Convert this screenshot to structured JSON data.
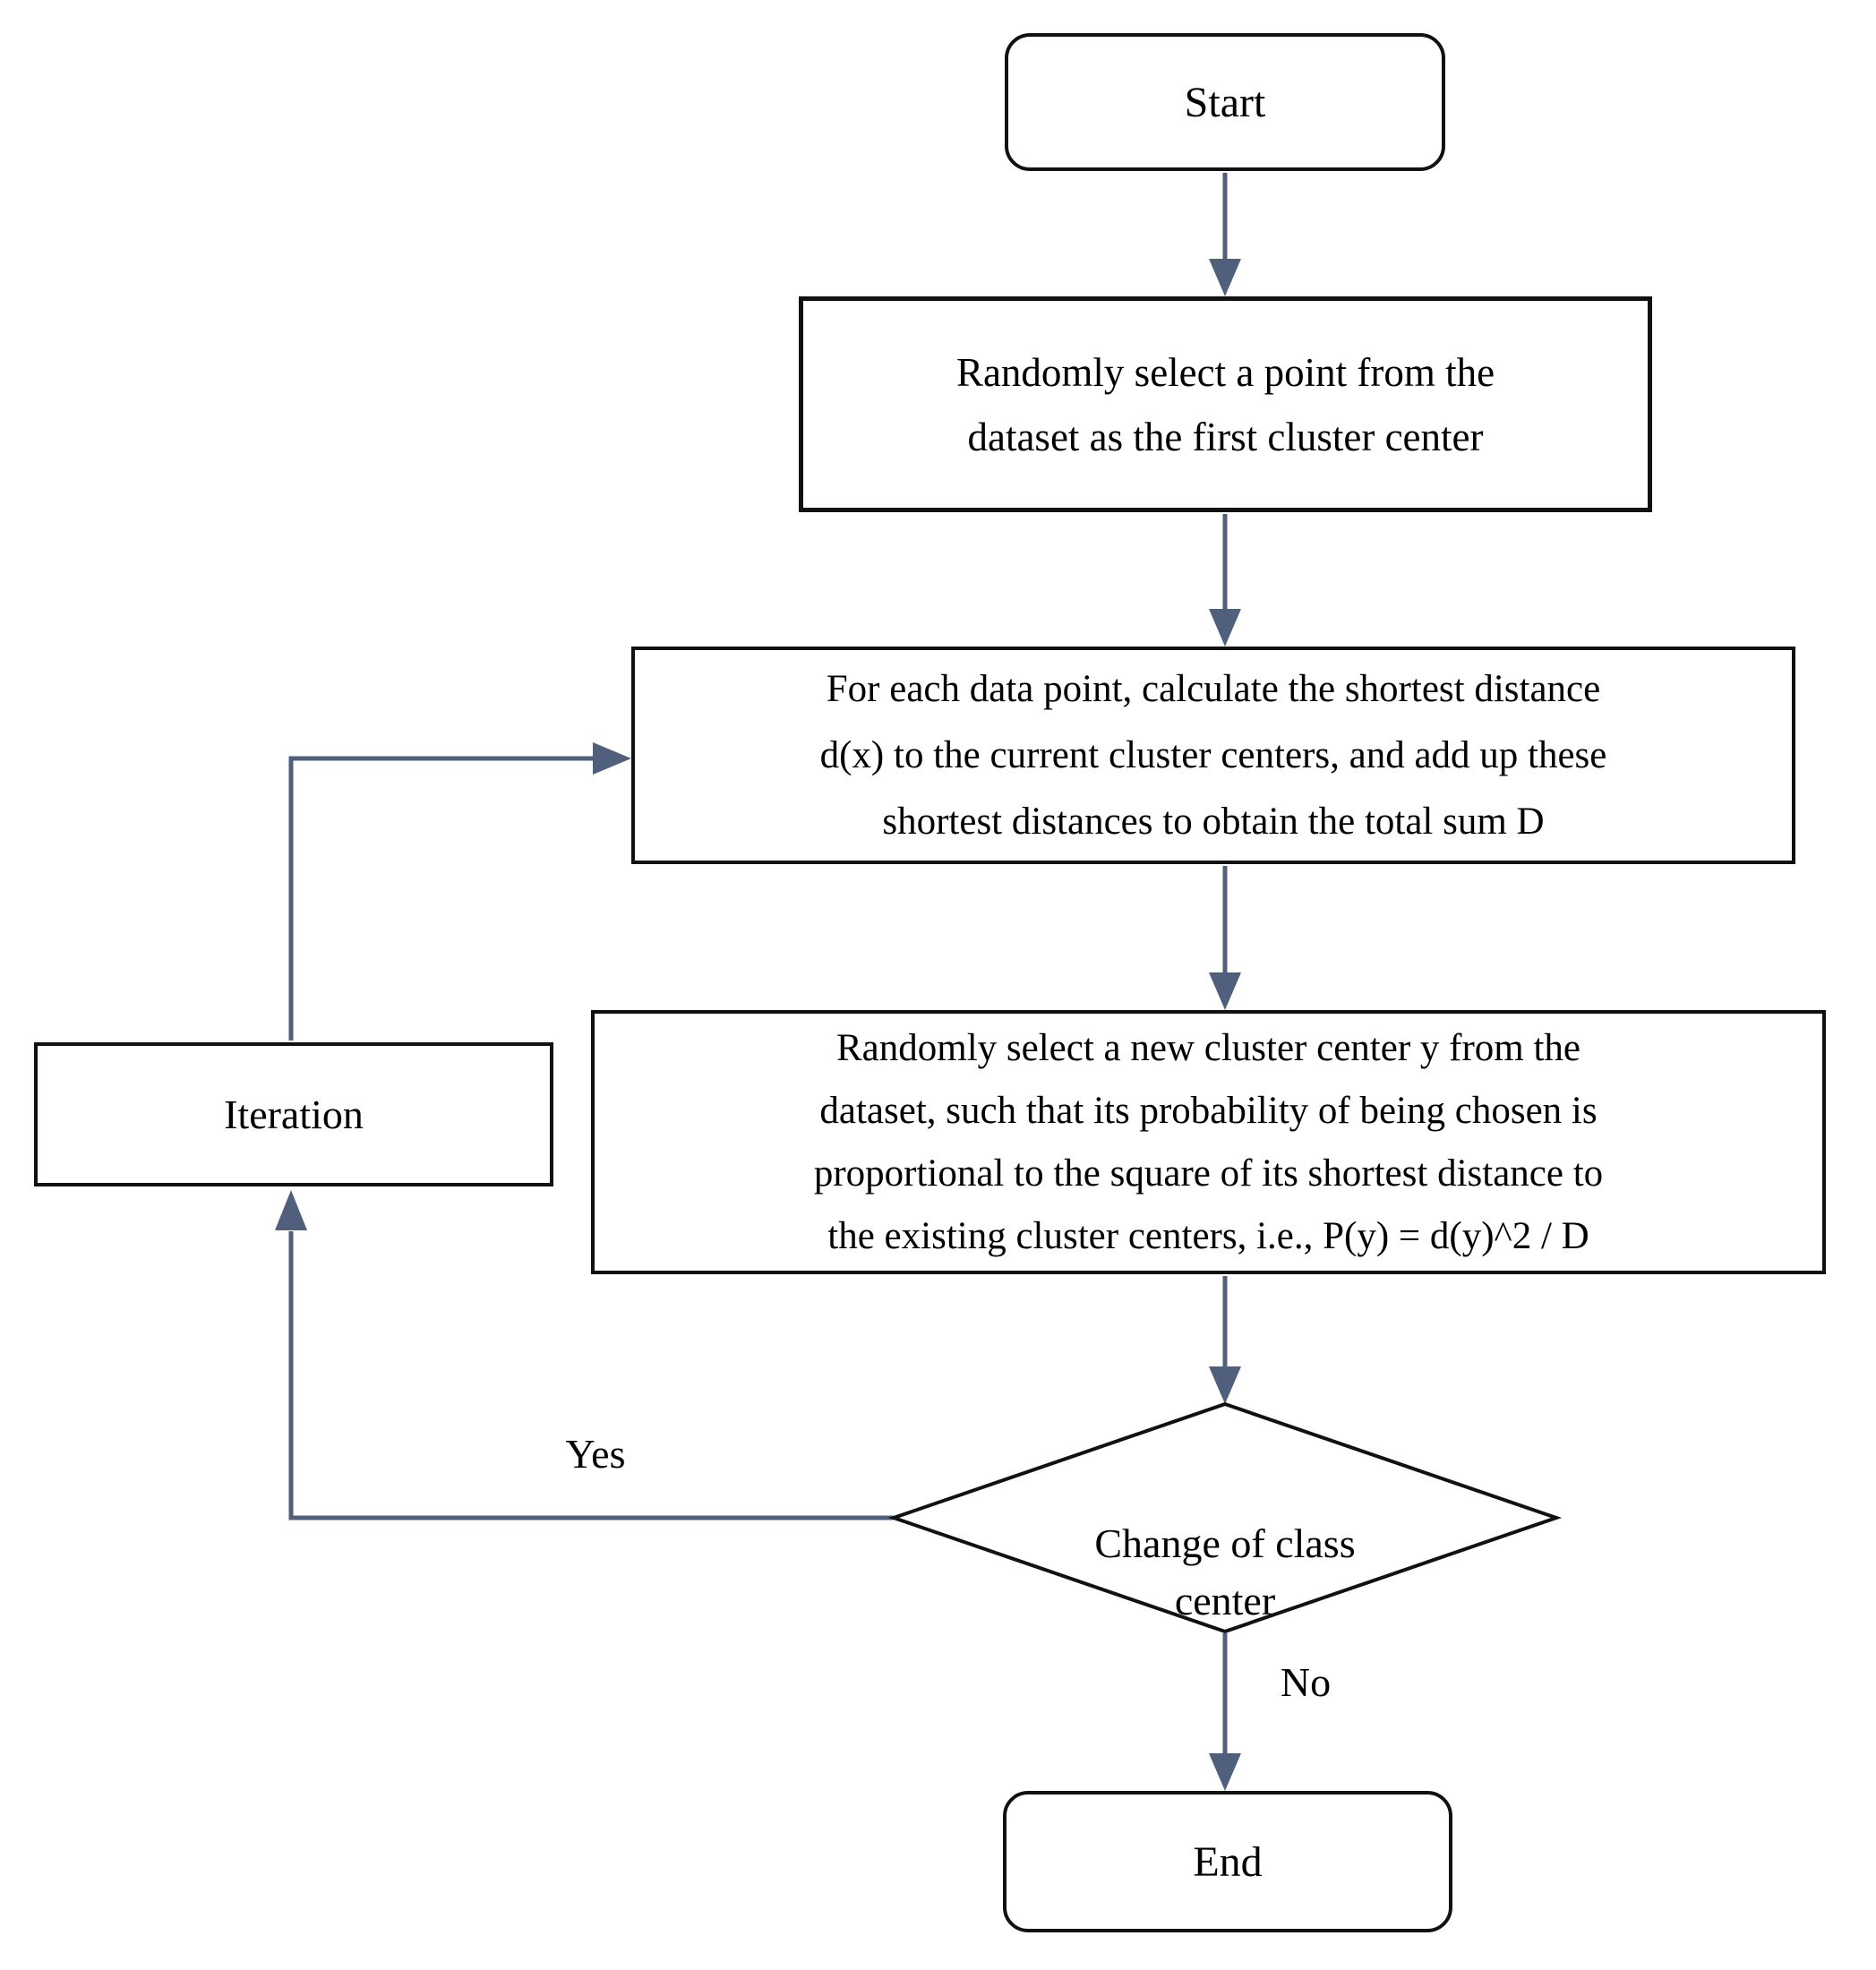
{
  "diagram": {
    "type": "flowchart",
    "background_color": "#ffffff",
    "connector_color": "#4f5f7c",
    "border_color": "#111111",
    "text_color": "#000000",
    "nodes": [
      {
        "id": "start",
        "shape": "terminator",
        "label": "Start"
      },
      {
        "id": "select-first-center",
        "shape": "process",
        "label": "Randomly select a point from the\ndataset as the first cluster center"
      },
      {
        "id": "compute-distances",
        "shape": "process",
        "label": "For each data point, calculate the shortest distance\nd(x) to the current cluster centers, and add up these\nshortest distances to obtain the total sum D"
      },
      {
        "id": "select-new-center",
        "shape": "process",
        "label": "Randomly select a new cluster center y from the\ndataset, such that its probability of being chosen is\nproportional to the square of its shortest distance to\nthe existing cluster centers, i.e., P(y) = d(y)^2 / D"
      },
      {
        "id": "decision-change-of-class-center",
        "shape": "decision",
        "label": "Change of class\ncenter"
      },
      {
        "id": "iteration",
        "shape": "process",
        "label": "Iteration"
      },
      {
        "id": "end",
        "shape": "terminator",
        "label": "End"
      }
    ],
    "edge_labels": {
      "yes": "Yes",
      "no": "No"
    }
  }
}
